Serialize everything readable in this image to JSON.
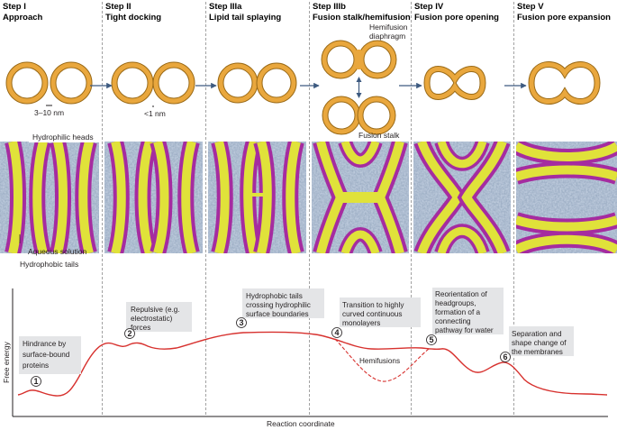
{
  "steps": [
    {
      "id": "Step I",
      "name": "Approach"
    },
    {
      "id": "Step II",
      "name": "Tight docking"
    },
    {
      "id": "Step IIIa",
      "name": "Lipid tail splaying"
    },
    {
      "id": "Step IIIb",
      "name": "Fusion stalk/hemifusion"
    },
    {
      "id": "Step IV",
      "name": "Fusion pore opening"
    },
    {
      "id": "Step V",
      "name": "Fusion pore expansion"
    }
  ],
  "diagram_labels": {
    "distance_approach": "3–10 nm",
    "distance_docking": "<1 nm",
    "hemifusion_diaphragm_1": "Hemifusion",
    "hemifusion_diaphragm_2": "diaphragm",
    "fusion_stalk": "Fusion stalk"
  },
  "simulation_labels": {
    "hydrophilic_heads": "Hydrophilic heads",
    "aqueous_solution": "Aqueous solution",
    "hydrophobic_tails": "Hydrophobic tails"
  },
  "energy_plot": {
    "y_label": "Free energy",
    "x_label": "Reaction coordinate",
    "hemifusion_label": "Hemifusions",
    "annotations": [
      {
        "num": "1",
        "lines": [
          "Hindrance by",
          "surface-bound",
          "proteins"
        ]
      },
      {
        "num": "2",
        "lines": [
          "Repulsive (e.g.",
          "electrostatic)",
          "forces"
        ]
      },
      {
        "num": "3",
        "lines": [
          "Hydrophobic tails",
          "crossing hydrophilic",
          "surface boundaries"
        ]
      },
      {
        "num": "4",
        "lines": [
          "Transition to highly",
          "curved continuous",
          "monolayers"
        ]
      },
      {
        "num": "5",
        "lines": [
          "Reorientation of",
          "headgroups,",
          "formation of a",
          "connecting",
          "pathway for water"
        ]
      },
      {
        "num": "6",
        "lines": [
          "Separation and",
          "shape change of",
          "the membranes"
        ]
      }
    ]
  },
  "colors": {
    "membrane_gold": "#e9a73d",
    "membrane_outline": "#9a6a17",
    "arrow_blue": "#3d5a80",
    "lipid_head_magenta": "#a52ca0",
    "lipid_tail_yellow": "#e0e23a",
    "water_blue_grey": "#9fb0c6",
    "energy_curve_red": "#d7312e",
    "callout_grey": "#e4e5e7",
    "divider_grey": "#8c8c8c"
  }
}
